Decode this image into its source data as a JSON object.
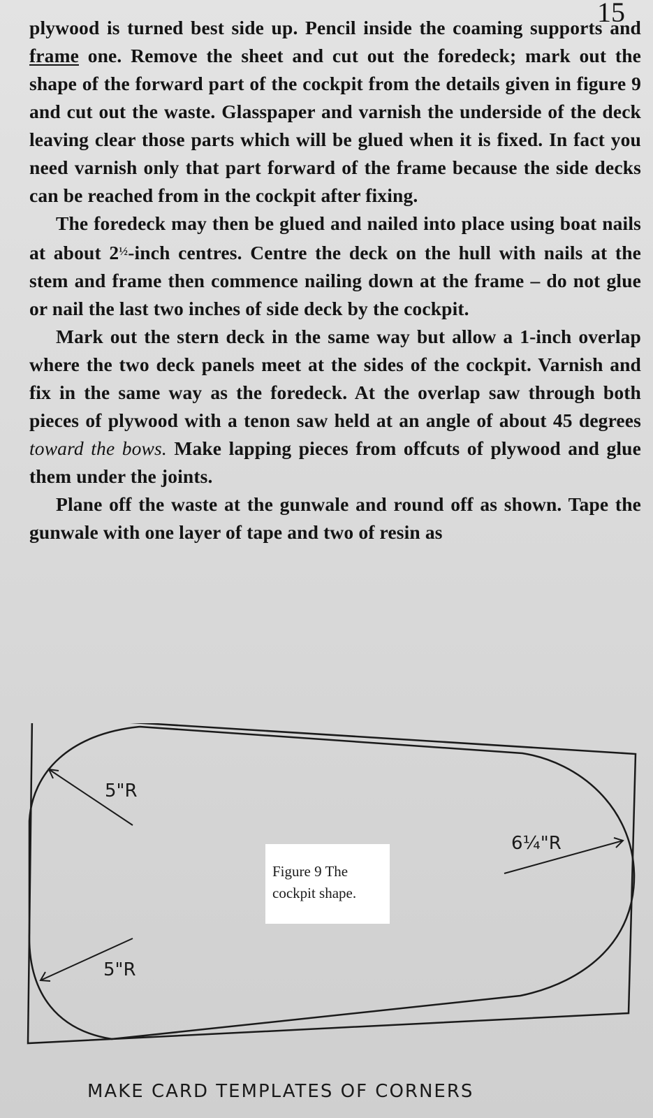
{
  "page_number": "15",
  "paragraphs": {
    "p1": {
      "before": "plywood is turned best side up. Pencil inside the coaming supports and ",
      "underlined": "frame",
      "after": " one. Remove the sheet and cut out the foredeck; mark out the shape of the forward part of the cockpit from the details given in figure 9 and cut out the waste. Glasspaper and varnish the underside of the deck leaving clear those parts which will be glued when it is fixed. In fact you need varnish only that part forward of the frame because the side decks can be reached from in the cockpit after fixing."
    },
    "p2": {
      "before": "The foredeck may then be glued and nailed into place using boat nails at about 2",
      "fraction": "½",
      "after": "-inch centres. Centre the deck on the hull with nails at the stem and frame then commence nailing down at the frame – do not glue or nail the last two inches of side deck by the cockpit."
    },
    "p3": {
      "before": "Mark out the stern deck in the same way but allow a 1-inch overlap where the two deck panels meet at the sides of the cockpit. Varnish and fix in the same way as the foredeck. At the overlap saw through both pieces of plywood with a tenon saw held at an angle of about 45 degrees ",
      "italic": "toward the bows.",
      "after": " Make lapping pieces from offcuts of plywood and glue them under the joints."
    },
    "p4": {
      "text": "Plane off the waste at the gunwale and round off as shown. Tape the gunwale with one layer of tape and two of resin as"
    }
  },
  "figure": {
    "caption_line1": "Figure 9  The",
    "caption_line2": "cockpit shape.",
    "label_top_left": "5\"R",
    "label_right": "6¼\"R",
    "label_bottom_left": "5\"R"
  },
  "footer": "MAKE CARD TEMPLATES OF CORNERS"
}
